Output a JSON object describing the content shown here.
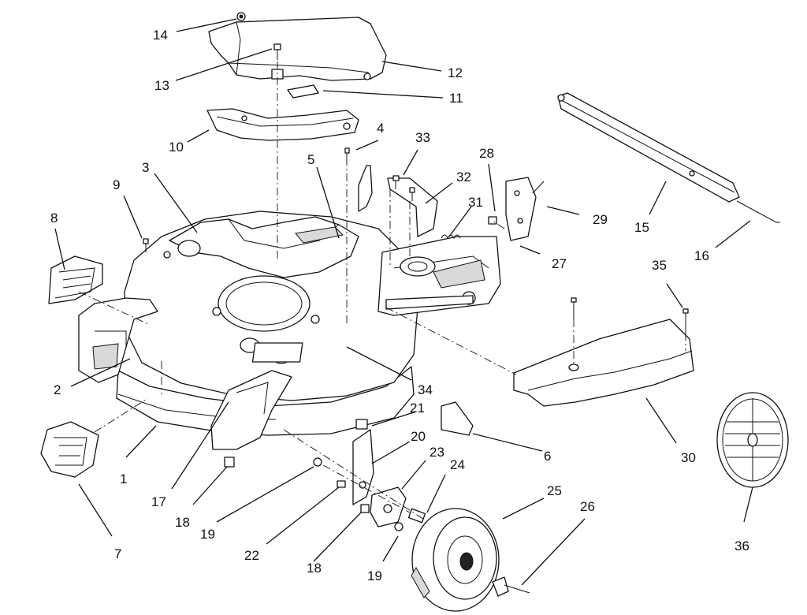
{
  "diagram": {
    "callouts": [
      {
        "id": "c1",
        "text": "1"
      },
      {
        "id": "c2",
        "text": "2"
      },
      {
        "id": "c3",
        "text": "3"
      },
      {
        "id": "c4",
        "text": "4"
      },
      {
        "id": "c5",
        "text": "5"
      },
      {
        "id": "c6",
        "text": "6"
      },
      {
        "id": "c7",
        "text": "7"
      },
      {
        "id": "c8",
        "text": "8"
      },
      {
        "id": "c9",
        "text": "9"
      },
      {
        "id": "c10",
        "text": "10"
      },
      {
        "id": "c11",
        "text": "11"
      },
      {
        "id": "c12",
        "text": "12"
      },
      {
        "id": "c13",
        "text": "13"
      },
      {
        "id": "c14",
        "text": "14"
      },
      {
        "id": "c15",
        "text": "15"
      },
      {
        "id": "c16",
        "text": "16"
      },
      {
        "id": "c17",
        "text": "17"
      },
      {
        "id": "c18a",
        "text": "18"
      },
      {
        "id": "c18b",
        "text": "18"
      },
      {
        "id": "c19a",
        "text": "19"
      },
      {
        "id": "c19b",
        "text": "19"
      },
      {
        "id": "c20",
        "text": "20"
      },
      {
        "id": "c21",
        "text": "21"
      },
      {
        "id": "c22",
        "text": "22"
      },
      {
        "id": "c23",
        "text": "23"
      },
      {
        "id": "c24",
        "text": "24"
      },
      {
        "id": "c25",
        "text": "25"
      },
      {
        "id": "c26",
        "text": "26"
      },
      {
        "id": "c27",
        "text": "27"
      },
      {
        "id": "c28",
        "text": "28"
      },
      {
        "id": "c29",
        "text": "29"
      },
      {
        "id": "c30",
        "text": "30"
      },
      {
        "id": "c31",
        "text": "31"
      },
      {
        "id": "c32",
        "text": "32"
      },
      {
        "id": "c33",
        "text": "33"
      },
      {
        "id": "c34",
        "text": "34"
      },
      {
        "id": "c35",
        "text": "35"
      },
      {
        "id": "c36",
        "text": "36"
      }
    ]
  }
}
